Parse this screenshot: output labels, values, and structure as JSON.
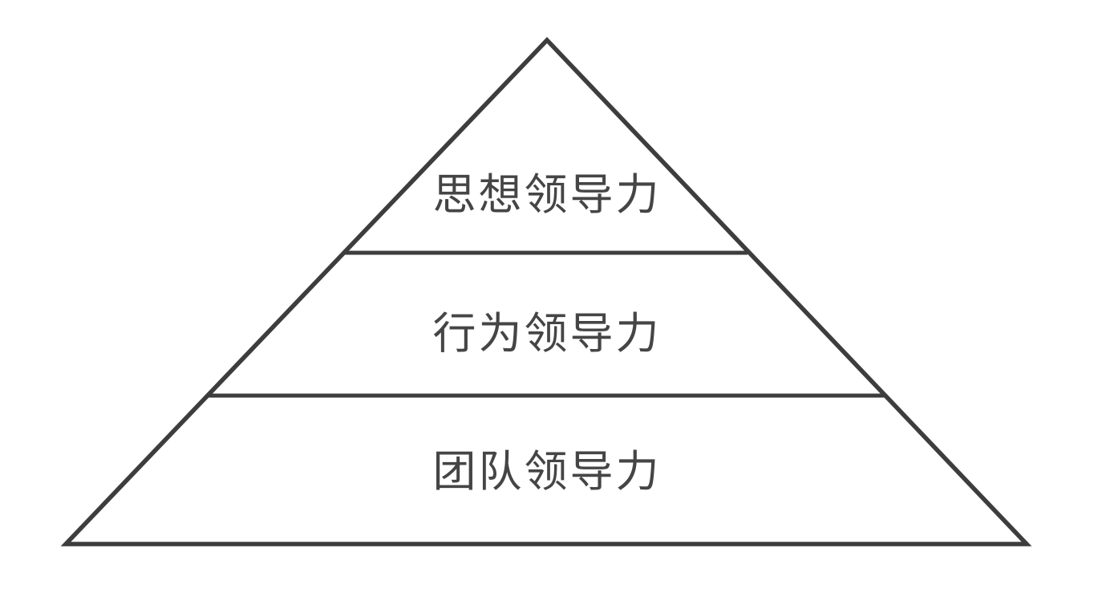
{
  "diagram": {
    "type": "pyramid",
    "level_count": 3,
    "levels": [
      {
        "id": "top",
        "rank": 1,
        "label": "思想领导力"
      },
      {
        "id": "middle",
        "rank": 2,
        "label": "行为领导力"
      },
      {
        "id": "bottom",
        "rank": 3,
        "label": "团队领导力"
      }
    ]
  },
  "colors": {
    "line": "#3d3d3d",
    "text": "#454545",
    "background": "#ffffff"
  }
}
